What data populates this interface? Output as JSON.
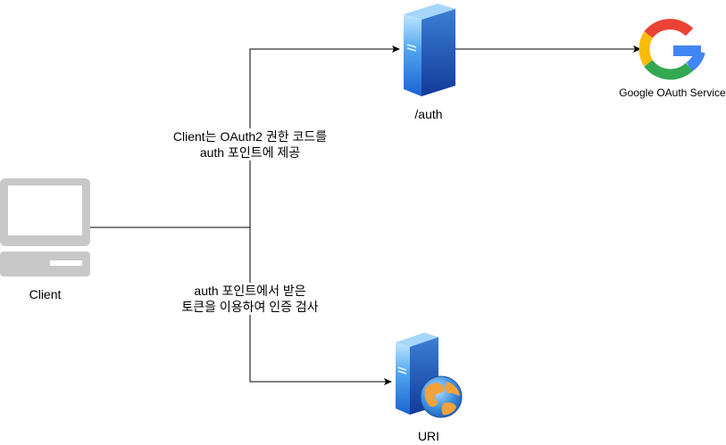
{
  "nodes": {
    "client": {
      "label": "Client"
    },
    "auth_server": {
      "label": "/auth"
    },
    "google": {
      "label": "Google OAuth Service"
    },
    "uri_server": {
      "label": "URI"
    }
  },
  "edges": {
    "client_to_auth": {
      "line1": "Client는 OAuth2 권한 코드를",
      "line2": "auth 포인트에 제공"
    },
    "client_to_uri": {
      "line1": "auth 포인트에서 받은",
      "line2": "토큰을 이용하여 인증 검사"
    },
    "auth_to_google": {}
  },
  "colors": {
    "line": "#000000",
    "server_blue": "#3f8ee8",
    "server_dark": "#1f4fb8",
    "monitor_gray": "#c8c8c8",
    "google_red": "#EA4335",
    "google_yellow": "#FBBC05",
    "google_green": "#34A853",
    "google_blue": "#4285F4"
  }
}
